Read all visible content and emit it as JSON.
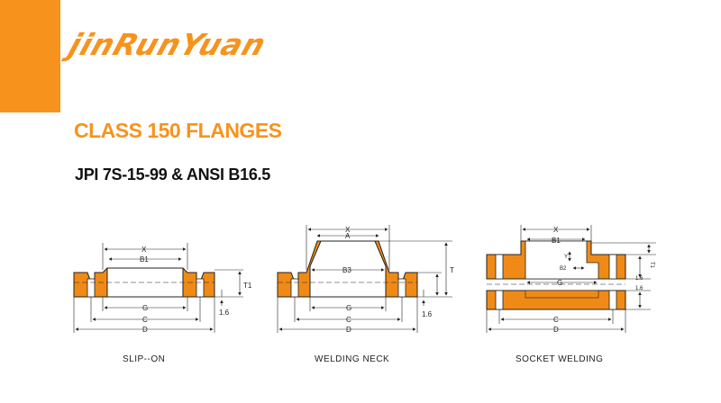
{
  "brand": {
    "logo_text": "jinRunYuan",
    "accent_color": "#f7931d"
  },
  "document": {
    "title": "CLASS 150 FLANGES",
    "subtitle": "JPI 7S-15-99 & ANSI B16.5"
  },
  "diagrams": [
    {
      "caption": "SLIP--ON",
      "labels": {
        "x": "X",
        "b1": "B1",
        "t1": "T1",
        "g": "G",
        "c": "C",
        "d": "D",
        "dim": "1.6"
      }
    },
    {
      "caption": "WELDING NECK",
      "labels": {
        "x": "X",
        "a": "A",
        "b3": "B3",
        "t": "T",
        "g": "G",
        "c": "C",
        "d": "D",
        "dim": "1.6"
      }
    },
    {
      "caption": "SOCKET WELDING",
      "labels": {
        "x": "X",
        "b1": "B1",
        "y": "Y",
        "b2": "B2",
        "t1": "T1",
        "g": "G",
        "c": "C",
        "d": "D",
        "dim_a": "1.6",
        "dim_b": "1.6"
      }
    }
  ]
}
